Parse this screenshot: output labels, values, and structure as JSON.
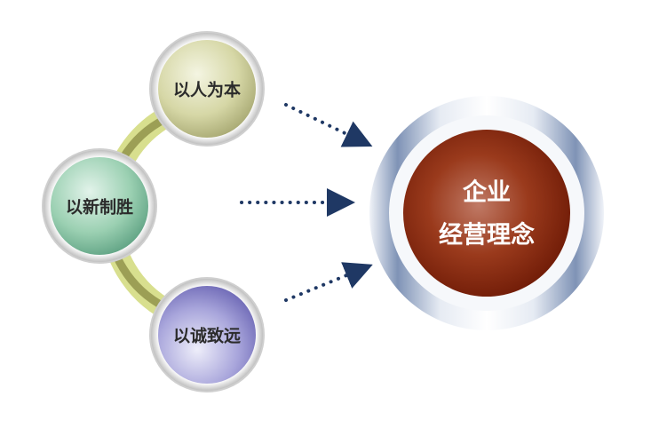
{
  "nodes": [
    {
      "label": "以人为本",
      "color": "#d8d9a8"
    },
    {
      "label": "以新制胜",
      "color": "#9fd2b6"
    },
    {
      "label": "以诚致远",
      "color": "#a9a6dc"
    }
  ],
  "center": {
    "line1": "企业",
    "line2": "经营理念",
    "color": "#8a2a10"
  },
  "arrow_color": "#1f3864"
}
